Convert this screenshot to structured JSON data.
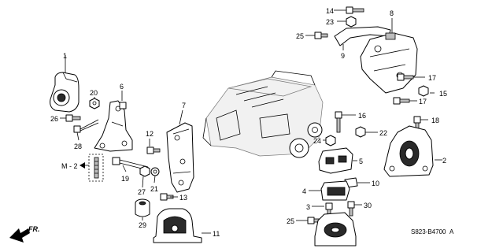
{
  "diagram": {
    "callouts": [
      {
        "id": "c1",
        "text": "1"
      },
      {
        "id": "c2",
        "text": "2"
      },
      {
        "id": "c3",
        "text": "3"
      },
      {
        "id": "c4",
        "text": "4"
      },
      {
        "id": "c5",
        "text": "5"
      },
      {
        "id": "c6",
        "text": "6"
      },
      {
        "id": "c7",
        "text": "7"
      },
      {
        "id": "c8",
        "text": "8"
      },
      {
        "id": "c9",
        "text": "9"
      },
      {
        "id": "c10",
        "text": "10"
      },
      {
        "id": "c11",
        "text": "11"
      },
      {
        "id": "c12",
        "text": "12"
      },
      {
        "id": "c13",
        "text": "13"
      },
      {
        "id": "c14",
        "text": "14"
      },
      {
        "id": "c15",
        "text": "15"
      },
      {
        "id": "c16",
        "text": "16"
      },
      {
        "id": "c17a",
        "text": "17"
      },
      {
        "id": "c17b",
        "text": "17"
      },
      {
        "id": "c18",
        "text": "18"
      },
      {
        "id": "c19",
        "text": "19"
      },
      {
        "id": "c20",
        "text": "20"
      },
      {
        "id": "c21",
        "text": "21"
      },
      {
        "id": "c22",
        "text": "22"
      },
      {
        "id": "c23",
        "text": "23"
      },
      {
        "id": "c24",
        "text": "24"
      },
      {
        "id": "c25a",
        "text": "25"
      },
      {
        "id": "c25b",
        "text": "25"
      },
      {
        "id": "c26",
        "text": "26"
      },
      {
        "id": "c27",
        "text": "27"
      },
      {
        "id": "c28",
        "text": "28"
      },
      {
        "id": "c29",
        "text": "29"
      },
      {
        "id": "c30",
        "text": "30"
      }
    ],
    "reference_label": "M - 2",
    "front_label": "FR.",
    "diagram_code": "S823-B4700",
    "revision": "A"
  }
}
